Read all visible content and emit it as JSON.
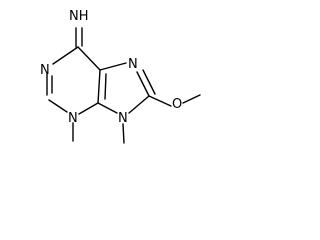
{
  "molecule": {
    "atoms": {
      "imine": "NH",
      "n1": "N",
      "n3": "N",
      "n7": "N",
      "n9": "N",
      "o": "O"
    }
  },
  "colors": {
    "ink": "#000000",
    "background": "#ffffff"
  }
}
